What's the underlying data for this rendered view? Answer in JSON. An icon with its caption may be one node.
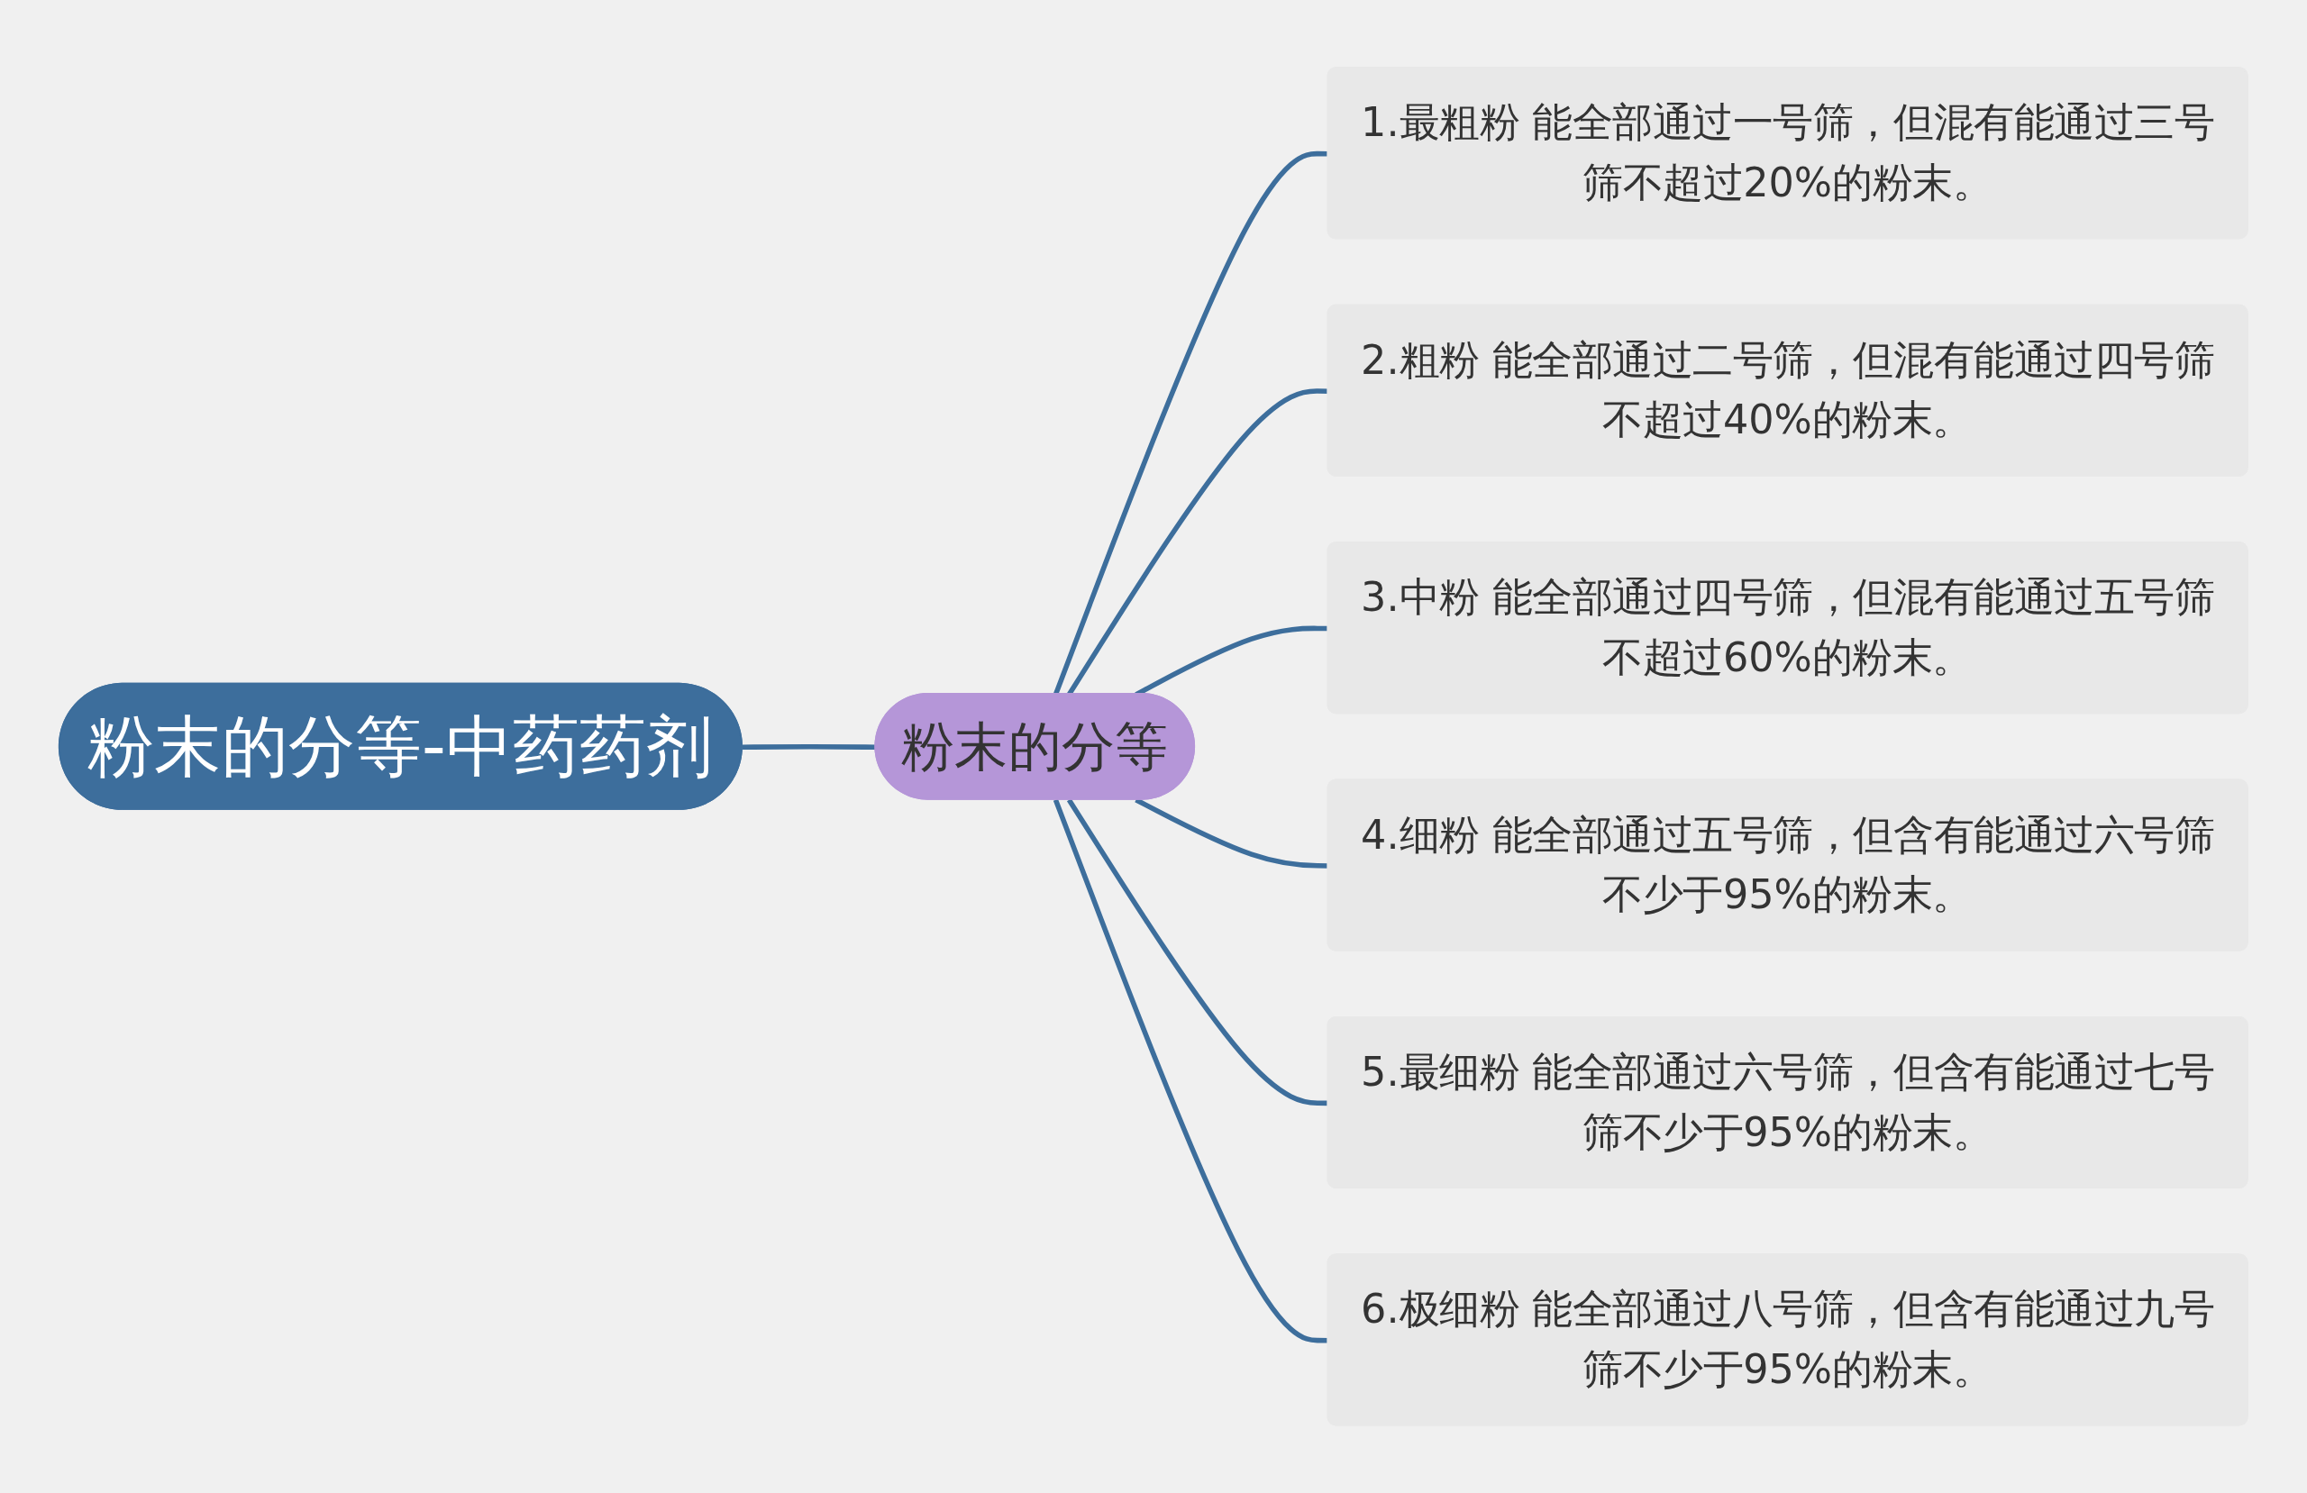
{
  "diagram": {
    "nodes": [
      {
        "text": [
          "粉末的分等-中药药剂"
        ]
      },
      {
        "text": [
          "粉末的分等"
        ]
      },
      {
        "text": [
          "1.最粗粉 能全部通过一号筛，但混有能通过三号筛不超过20%的粉末。"
        ]
      },
      {
        "text": [
          "2.粗粉 能全部通过二号筛，但混有能通过四号筛不超过40%的粉末。"
        ]
      },
      {
        "text": [
          "3.中粉 能全部通过四号筛，但混有能通过五号筛不超过60%的粉末。"
        ]
      },
      {
        "text": [
          "4.细粉 能全部通过五号筛，但含有能通过六号筛不少于95%的粉末。"
        ]
      },
      {
        "text": [
          "5.最细粉 能全部通过六号筛，但含有能通过七号筛不少于95%的粉末。"
        ]
      },
      {
        "text": [
          "6.极细粉 能全部通过八号筛，但含有能通过九号筛不少于95%的粉末。"
        ]
      }
    ],
    "edges": [
      {
        "from": 0,
        "to": 1,
        "arrow": "none"
      },
      {
        "from": 1,
        "to": 2,
        "arrow": "none"
      },
      {
        "from": 1,
        "to": 3,
        "arrow": "none"
      },
      {
        "from": 1,
        "to": 4,
        "arrow": "none"
      },
      {
        "from": 1,
        "to": 5,
        "arrow": "none"
      },
      {
        "from": 1,
        "to": 6,
        "arrow": "none"
      },
      {
        "from": 1,
        "to": 7,
        "arrow": "none"
      }
    ]
  }
}
